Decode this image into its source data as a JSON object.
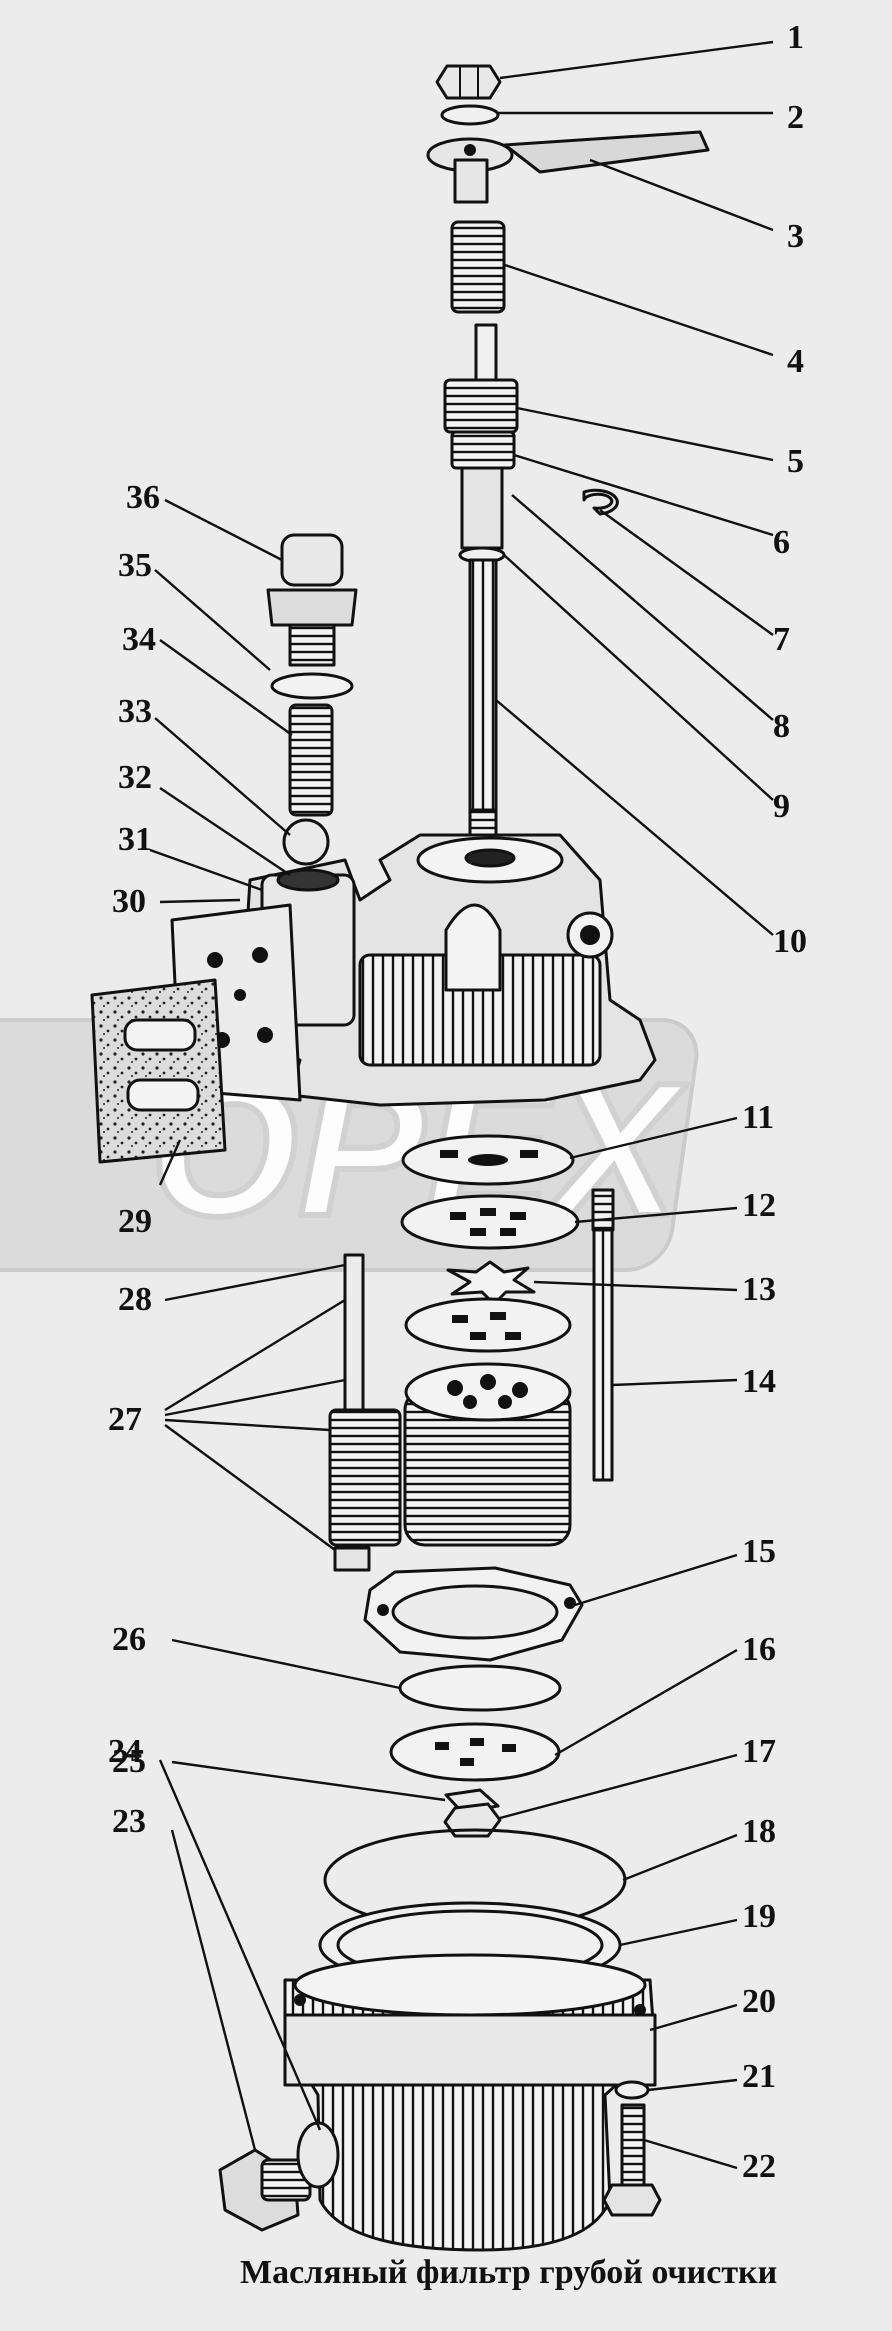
{
  "title": "Масляный фильтр грубой очистки",
  "watermark": "OPEX",
  "colors": {
    "background": "#ececec",
    "ink": "#111111",
    "watermark_fill": "#ffffff",
    "watermark_stroke": "#cfcfcf"
  },
  "callouts": [
    "1",
    "2",
    "3",
    "4",
    "5",
    "6",
    "7",
    "8",
    "9",
    "10",
    "11",
    "12",
    "13",
    "14",
    "15",
    "16",
    "17",
    "18",
    "19",
    "20",
    "21",
    "22",
    "23",
    "24",
    "25",
    "26",
    "27",
    "28",
    "29",
    "30",
    "31",
    "32",
    "33",
    "34",
    "35",
    "36"
  ]
}
